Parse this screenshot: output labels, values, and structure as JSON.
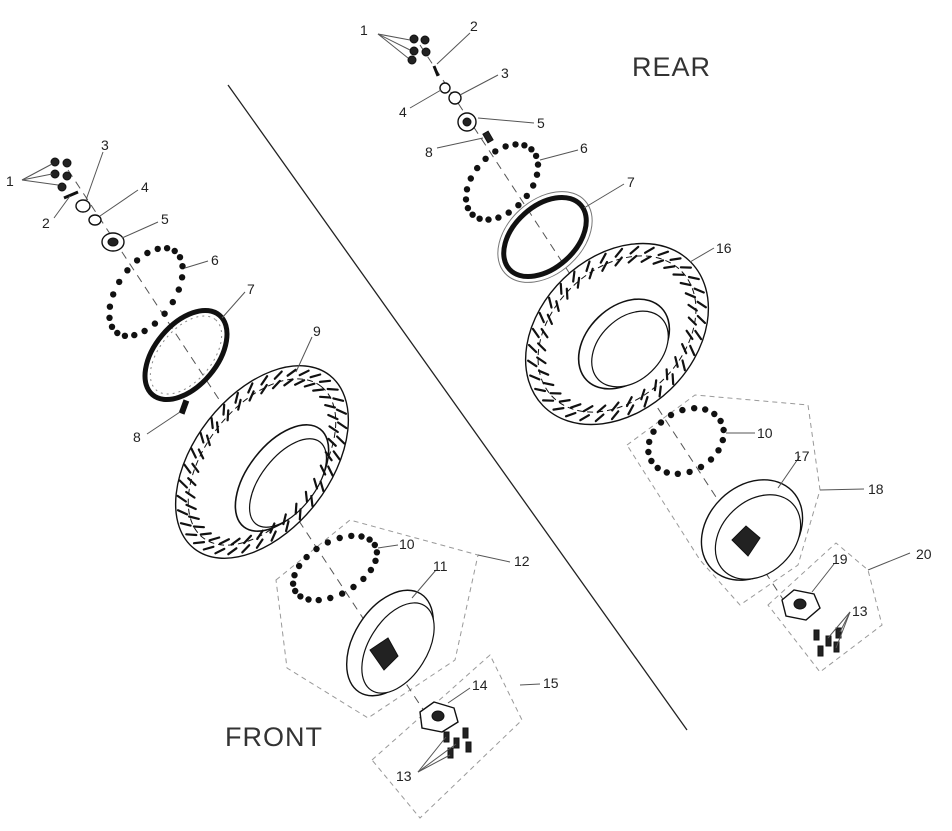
{
  "labels": {
    "front": "FRONT",
    "rear": "REAR"
  },
  "front_callouts": [
    "1",
    "2",
    "3",
    "4",
    "5",
    "6",
    "7",
    "8",
    "9",
    "10",
    "11",
    "12",
    "13",
    "14",
    "15"
  ],
  "rear_callouts": [
    "1",
    "2",
    "3",
    "4",
    "5",
    "8",
    "6",
    "7",
    "16",
    "10",
    "17",
    "18",
    "19",
    "13",
    "20"
  ]
}
